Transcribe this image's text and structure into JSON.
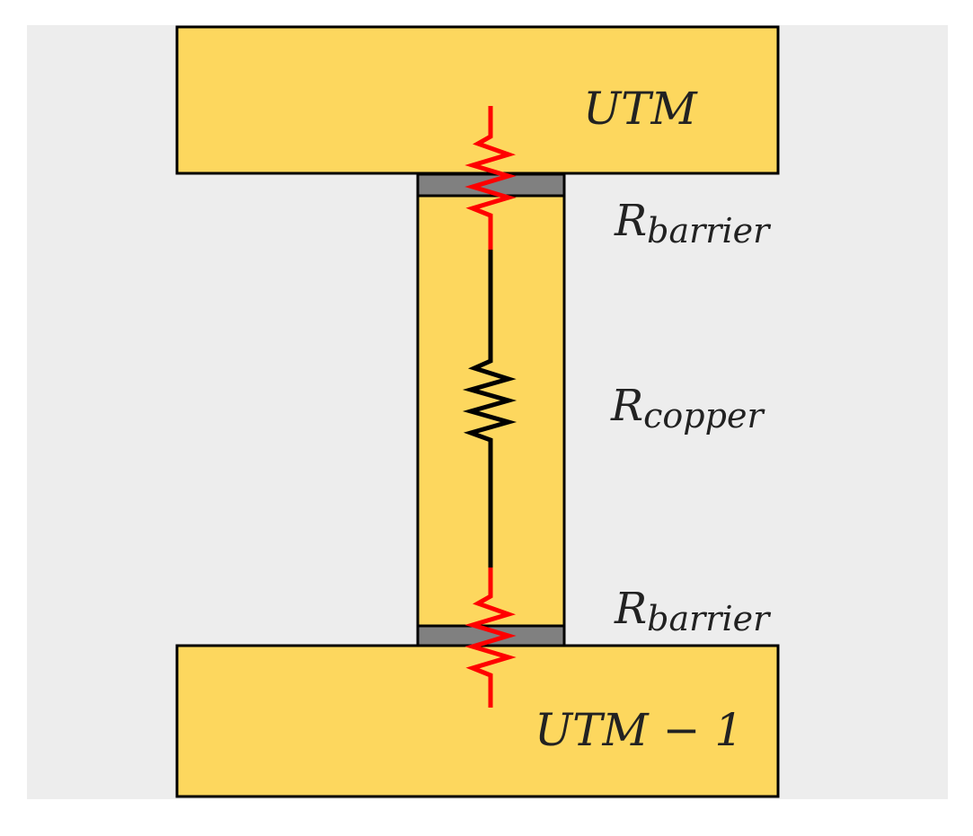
{
  "diagram": {
    "top_metal_label": "UTM",
    "bottom_metal_label": "UTM − 1",
    "barrier_top": {
      "main": "R",
      "sub": "barrier"
    },
    "copper": {
      "main": "R",
      "sub": "copper"
    },
    "barrier_bottom": {
      "main": "R",
      "sub": "barrier"
    }
  },
  "colors": {
    "background": "#ededed",
    "metal_fill": "#fdd75e",
    "barrier_fill": "#808080",
    "outline": "#000000",
    "barrier_resistor": "#ff0000",
    "copper_resistor": "#000000"
  }
}
